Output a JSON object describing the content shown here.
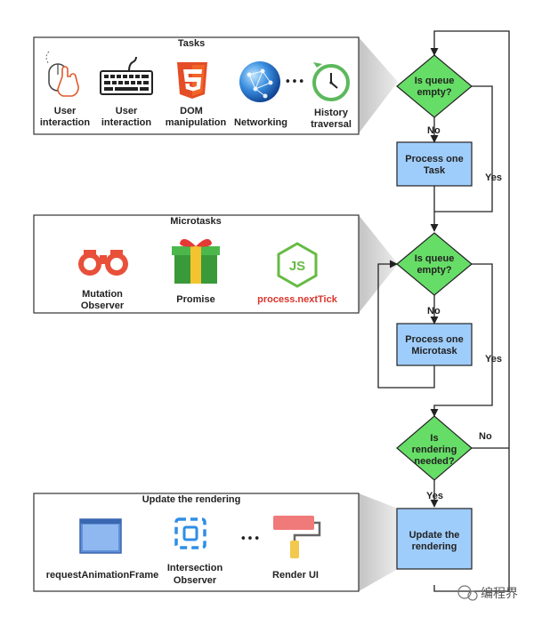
{
  "panels": {
    "tasks": {
      "title": "Tasks",
      "items": [
        {
          "line1": "User",
          "line2": "interaction",
          "icon": "mouse-click-icon"
        },
        {
          "line1": "User",
          "line2": "interaction",
          "icon": "keyboard-icon"
        },
        {
          "line1": "DOM",
          "line2": "manipulation",
          "icon": "html5-icon"
        },
        {
          "line1": "Networking",
          "line2": "",
          "icon": "globe-network-icon"
        },
        {
          "line1": "History",
          "line2": "traversal",
          "icon": "history-clock-icon"
        }
      ],
      "ellipsis": "•••"
    },
    "microtasks": {
      "title": "Microtasks",
      "items": [
        {
          "line1": "Mutation",
          "line2": "Observer",
          "icon": "binoculars-icon"
        },
        {
          "line1": "Promise",
          "line2": "",
          "icon": "gift-icon"
        },
        {
          "line1": "process.nextTick",
          "line2": "",
          "icon": "nodejs-icon",
          "color": "#d9342b"
        }
      ]
    },
    "rendering": {
      "title": "Update the rendering",
      "items": [
        {
          "line1": "requestAnimationFrame",
          "line2": "",
          "icon": "window-frame-icon"
        },
        {
          "line1": "Intersection",
          "line2": "Observer",
          "icon": "intersection-icon"
        },
        {
          "line1": "Render UI",
          "line2": "",
          "icon": "paint-roller-icon"
        }
      ],
      "ellipsis": "•••"
    }
  },
  "flow": {
    "decision1": {
      "line1": "Is queue",
      "line2": "empty?"
    },
    "process1": {
      "line1": "Process one",
      "line2": "Task"
    },
    "decision2": {
      "line1": "Is queue",
      "line2": "empty?"
    },
    "process2": {
      "line1": "Process one",
      "line2": "Microtask"
    },
    "decision3": {
      "line1": "Is",
      "line2": "rendering",
      "line3": "needed?"
    },
    "process3": {
      "line1": "Update the",
      "line2": "rendering"
    },
    "no": "No",
    "yes": "Yes"
  },
  "watermark": "编程界",
  "colors": {
    "decision_fill": "#66dd66",
    "process_fill": "#9fcdfb",
    "html5": "#e44d26",
    "nextTick": "#d9342b"
  }
}
